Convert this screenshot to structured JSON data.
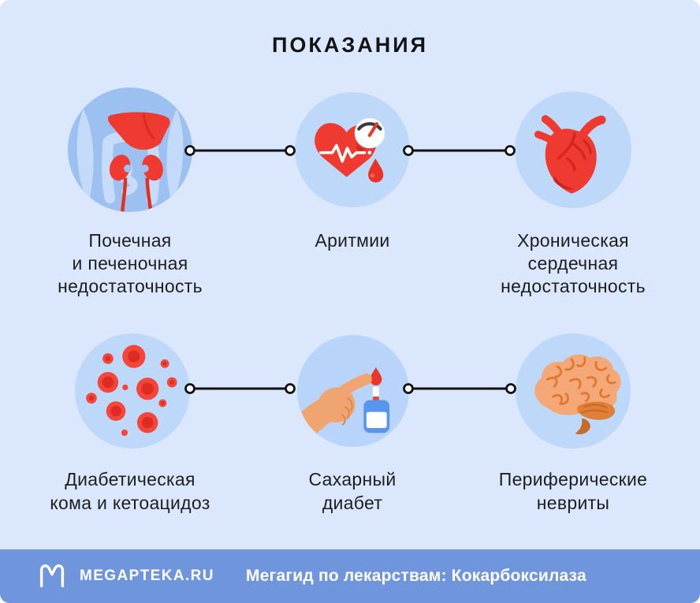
{
  "title": "ПОКАЗАНИЯ",
  "items": [
    {
      "icon": "liver-kidneys-icon",
      "lines": [
        "Почечная",
        "и печеночная",
        "недостаточность"
      ]
    },
    {
      "icon": "heart-pulse-icon",
      "lines": [
        "Аритмии"
      ]
    },
    {
      "icon": "anatomical-heart-icon",
      "lines": [
        "Хроническая",
        "сердечная",
        "недостаточность"
      ]
    },
    {
      "icon": "blood-cells-icon",
      "lines": [
        "Диабетическая",
        "кома и кетоацидоз"
      ]
    },
    {
      "icon": "glucose-meter-icon",
      "lines": [
        "Сахарный",
        "диабет"
      ]
    },
    {
      "icon": "brain-icon",
      "lines": [
        "Периферические",
        "невриты"
      ]
    }
  ],
  "footer": {
    "brand": "MEGAPTEKA.RU",
    "caption": "Мегагид по лекарствам: Кокарбоксилаза"
  },
  "colors": {
    "background": "#dbe7fc",
    "circle_blue": "#bed8fa",
    "circle_blue_deep": "#9cc1f0",
    "accent_red": "#ee3a31",
    "accent_red_dark": "#d32a20",
    "cell_red": "#f5463c",
    "cell_red_dark": "#de2c22",
    "skin": "#f0a46f",
    "skin_dark": "#dd8a50",
    "brain_orange": "#f4a877",
    "brain_line": "#e0762f",
    "brain_dark": "#df8038",
    "brain_stem": "#c96a26",
    "meter_blue": "#5796ec",
    "text": "#1e1e1e",
    "footer_bg": "#6f96dd",
    "footer_text": "#ffffff",
    "connector": "#111111"
  }
}
